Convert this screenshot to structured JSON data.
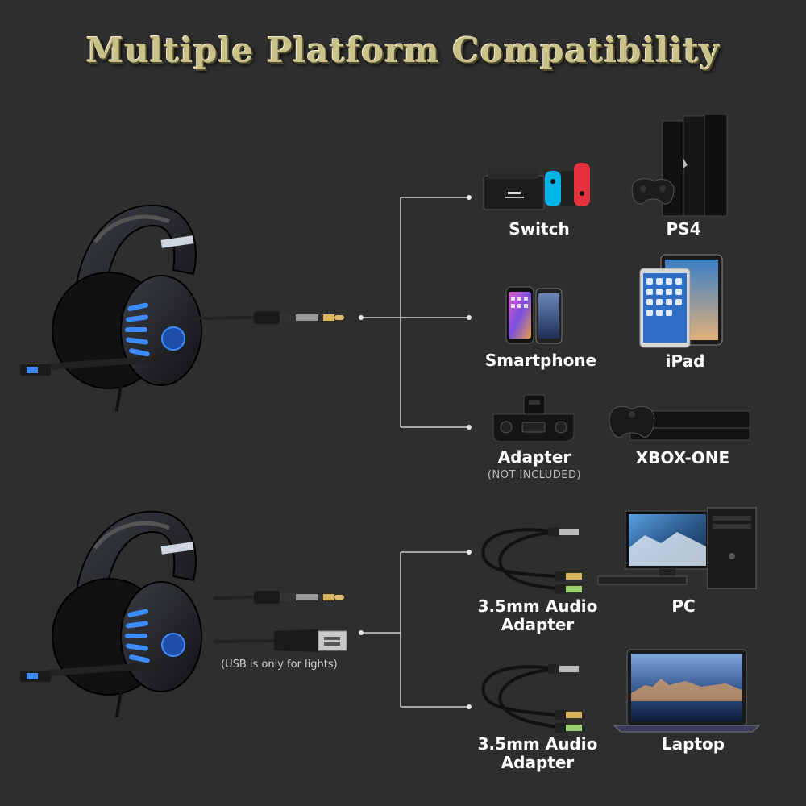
{
  "title": "Multiple Platform Compatibility",
  "groups": {
    "top": {
      "devices": {
        "switch": "Switch",
        "ps4": "PS4",
        "smartphone": "Smartphone",
        "ipad": "iPad",
        "adapter": "Adapter",
        "adapter_note": "(NOT INCLUDED)",
        "xbox": "XBOX-ONE"
      }
    },
    "bottom": {
      "usb_note": "(USB is only for lights)",
      "devices": {
        "audio_adapter_1_line1": "3.5mm Audio",
        "audio_adapter_1_line2": "Adapter",
        "pc": "PC",
        "audio_adapter_2_line1": "3.5mm Audio",
        "audio_adapter_2_line2": "Adapter",
        "laptop": "Laptop"
      }
    }
  },
  "colors": {
    "background": "#2e2e2e",
    "headset_light": "#3d8cff",
    "title_gold": "#c9c08a",
    "connector_line": "#cfcfcf"
  }
}
